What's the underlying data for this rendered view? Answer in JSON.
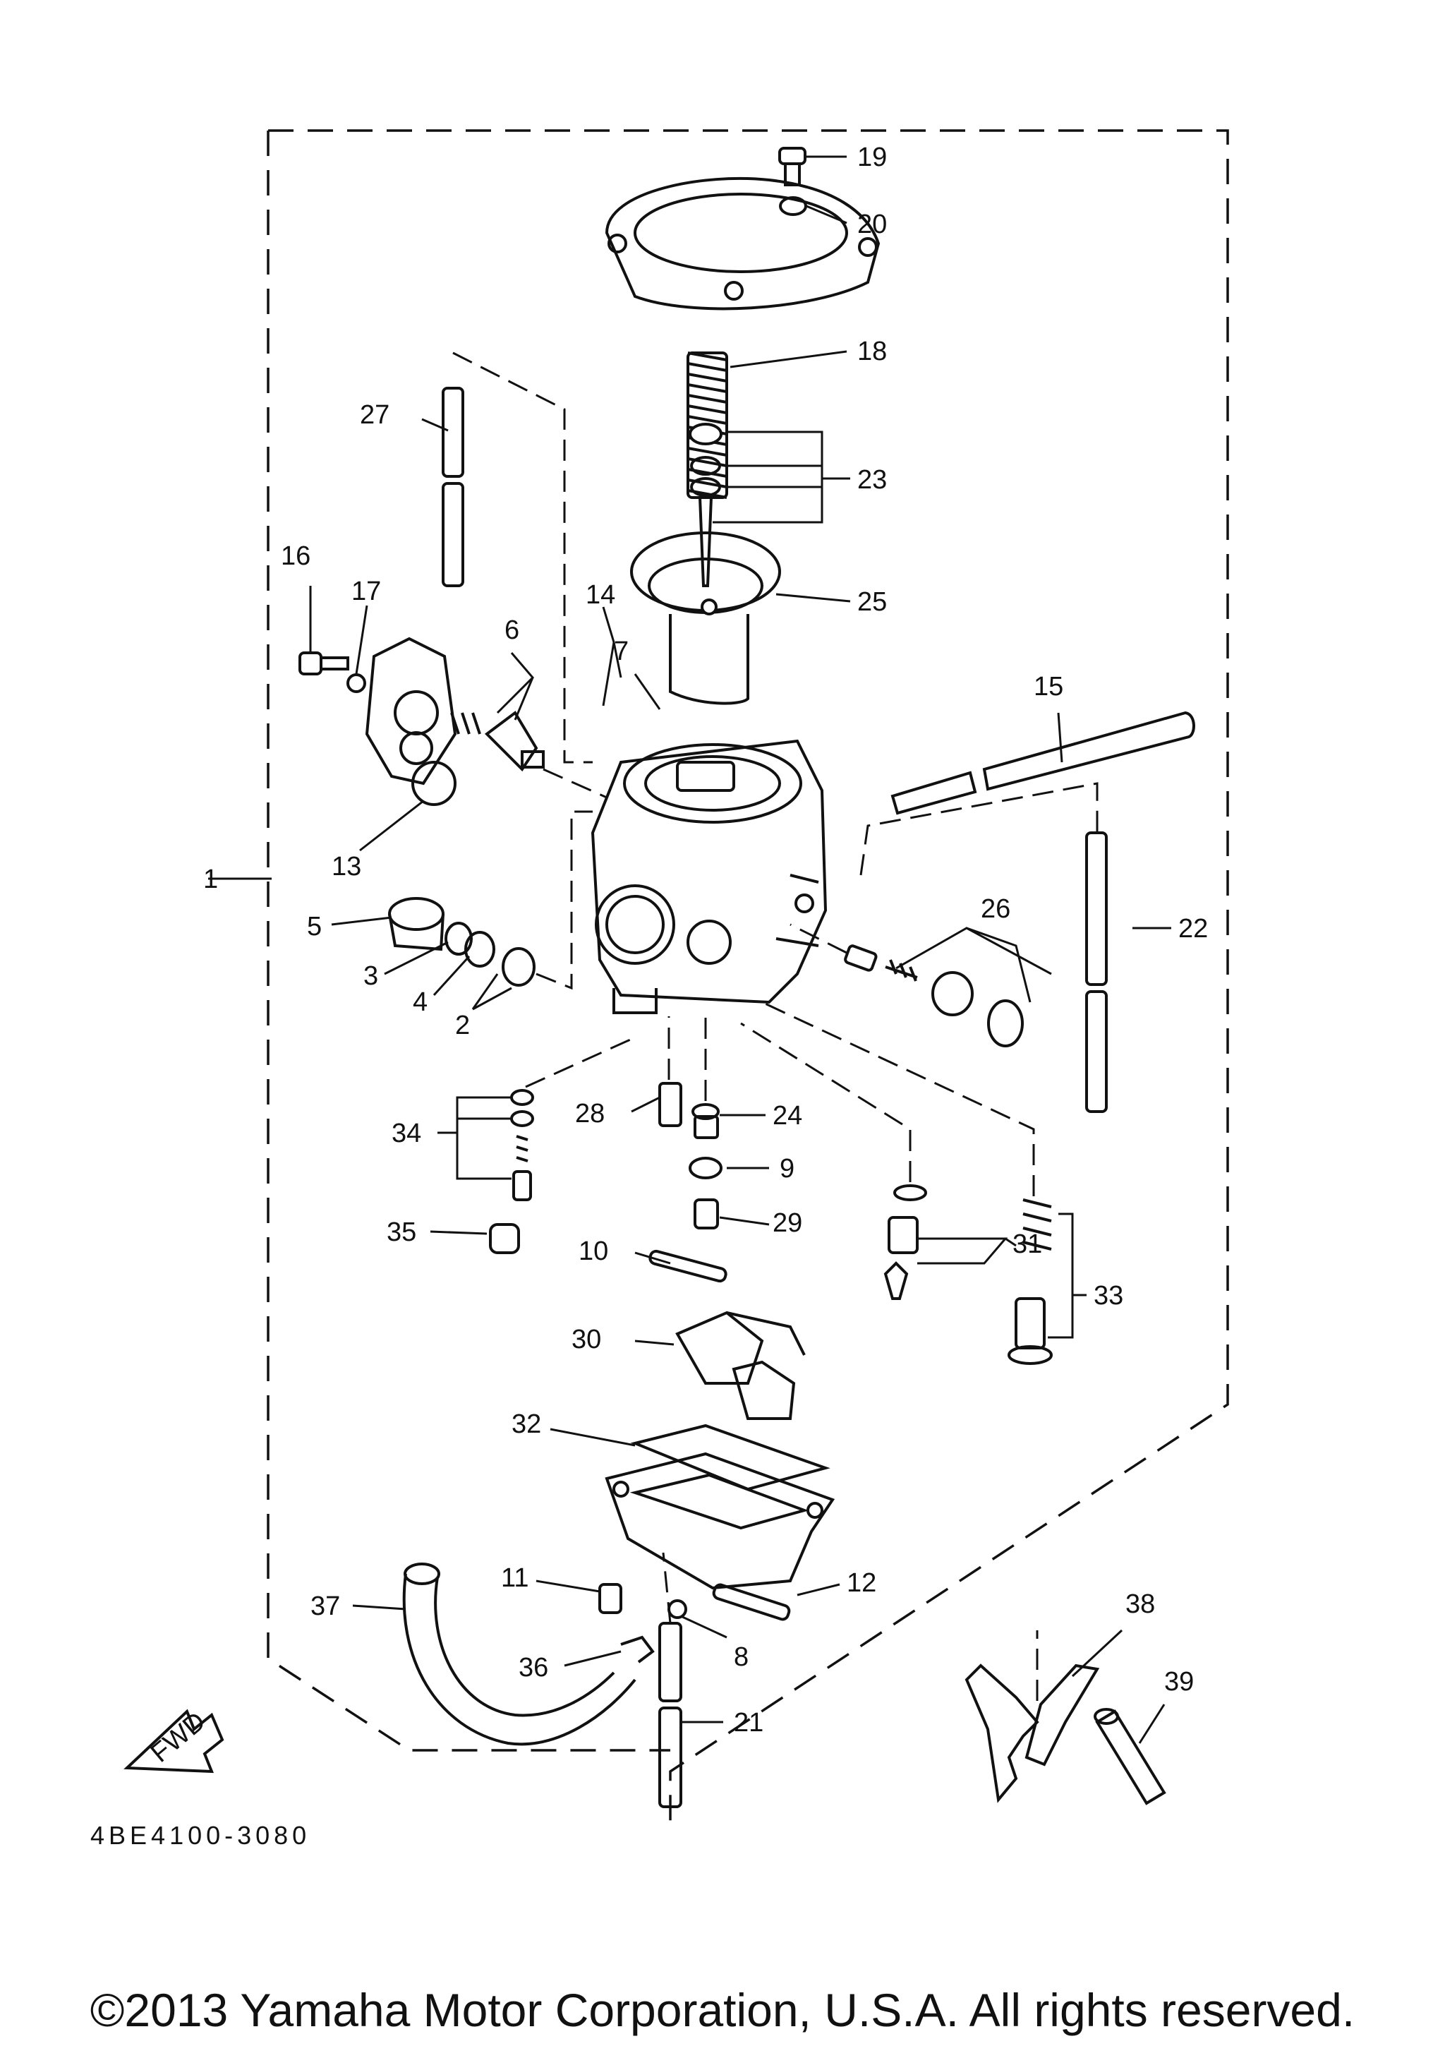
{
  "diagram": {
    "reference_code": "4BE4100-3080",
    "fwd_label": "FWD",
    "copyright": "©2013 Yamaha Motor Corporation, U.S.A. All rights reserved.",
    "callouts": [
      "1",
      "2",
      "3",
      "4",
      "5",
      "6",
      "7",
      "8",
      "9",
      "10",
      "11",
      "12",
      "13",
      "14",
      "15",
      "16",
      "17",
      "18",
      "19",
      "20",
      "21",
      "22",
      "23",
      "24",
      "25",
      "26",
      "27",
      "28",
      "29",
      "30",
      "31",
      "32",
      "33",
      "34",
      "35",
      "36",
      "37",
      "38",
      "39"
    ]
  }
}
